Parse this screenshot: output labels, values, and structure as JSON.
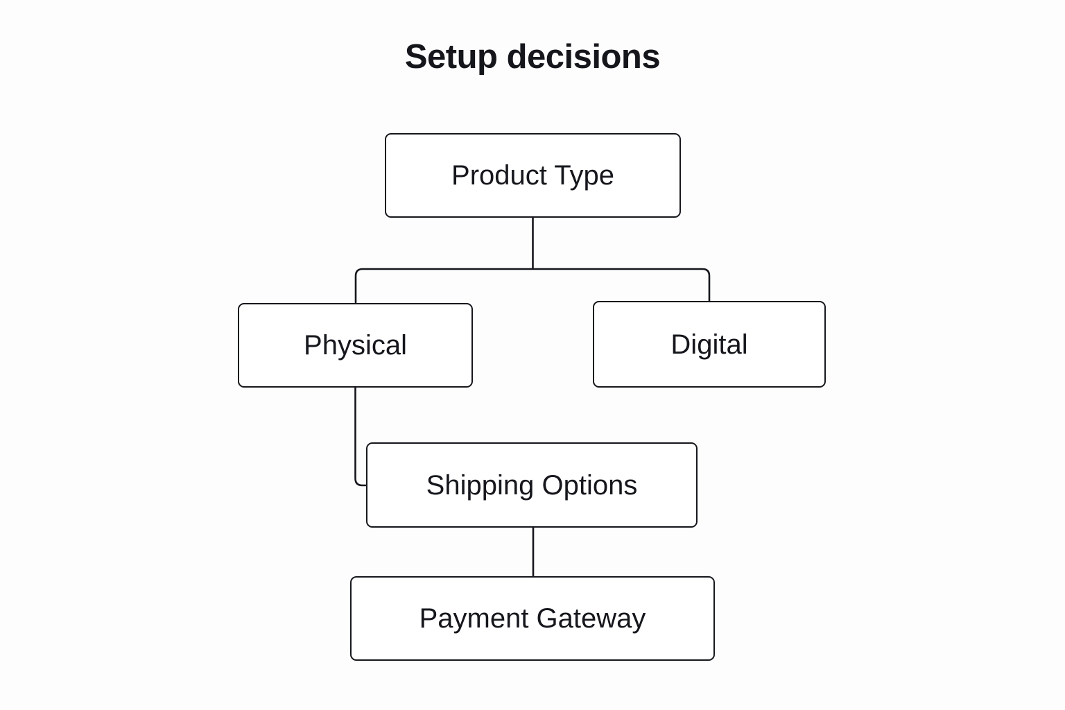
{
  "diagram": {
    "title": "Setup decisions",
    "type": "flowchart",
    "orientation": "top-down",
    "background_color": "#fdfdfd",
    "node_fill_color": "#ffffff",
    "node_border_color": "#15171c",
    "edge_color": "#15171c",
    "text_color": "#15171c",
    "nodes": [
      {
        "id": "product-type",
        "label": "Product Type"
      },
      {
        "id": "physical",
        "label": "Physical"
      },
      {
        "id": "digital",
        "label": "Digital"
      },
      {
        "id": "shipping-options",
        "label": "Shipping Options"
      },
      {
        "id": "payment-gateway",
        "label": "Payment Gateway"
      }
    ],
    "edges": [
      {
        "from": "product-type",
        "to": "physical"
      },
      {
        "from": "product-type",
        "to": "digital"
      },
      {
        "from": "physical",
        "to": "shipping-options"
      },
      {
        "from": "shipping-options",
        "to": "payment-gateway"
      }
    ]
  }
}
